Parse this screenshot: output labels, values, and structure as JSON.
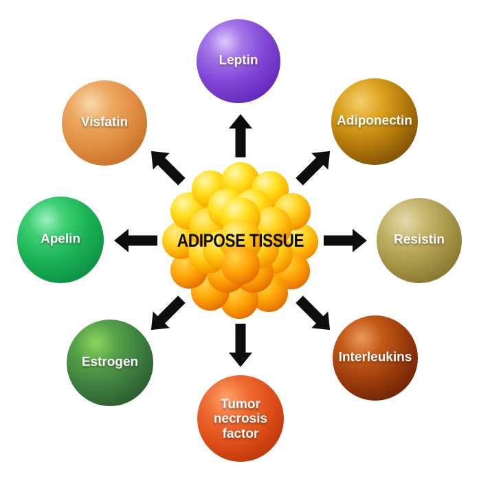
{
  "diagram": {
    "background_color": "#ffffff",
    "arrow_color": "#0d0d0d",
    "center": {
      "label": "ADIPOSE TISSUE",
      "cell_color": "#ffcc00"
    },
    "factors": [
      {
        "label": "Leptin",
        "color": "#8348d8",
        "position": "top"
      },
      {
        "label": "Adiponectin",
        "color": "#b57a0b",
        "position": "top-right"
      },
      {
        "label": "Resistin",
        "color": "#a59445",
        "position": "right"
      },
      {
        "label": "Interleukins",
        "color": "#9c3c0c",
        "position": "bottom-right"
      },
      {
        "label": "Tumor necrosis factor",
        "color": "#dd4d18",
        "position": "bottom"
      },
      {
        "label": "Estrogen",
        "color": "#3d7f3e",
        "position": "bottom-left"
      },
      {
        "label": "Apelin",
        "color": "#1cb356",
        "position": "left"
      },
      {
        "label": "Visfatin",
        "color": "#df8b3f",
        "position": "top-left"
      }
    ]
  }
}
